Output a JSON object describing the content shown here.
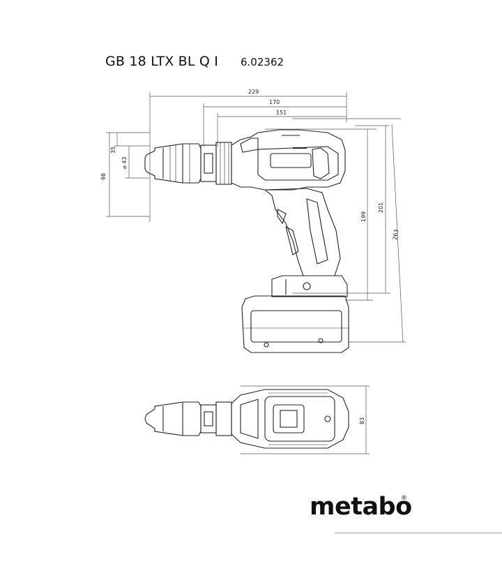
{
  "header": {
    "model": "GB 18 LTX BL Q I",
    "article_number": "6.02362"
  },
  "dimensions": {
    "d229": "229",
    "d170": "170",
    "d151": "151",
    "d35": "35",
    "d43": "⌀ 43",
    "d98": "98",
    "d199": "199",
    "d201": "201",
    "d263": "263",
    "d83": "83"
  },
  "brand": {
    "logo_text": "metabo",
    "registered_mark": "®"
  },
  "colors": {
    "line": "#222222",
    "dim_line": "#555555"
  }
}
